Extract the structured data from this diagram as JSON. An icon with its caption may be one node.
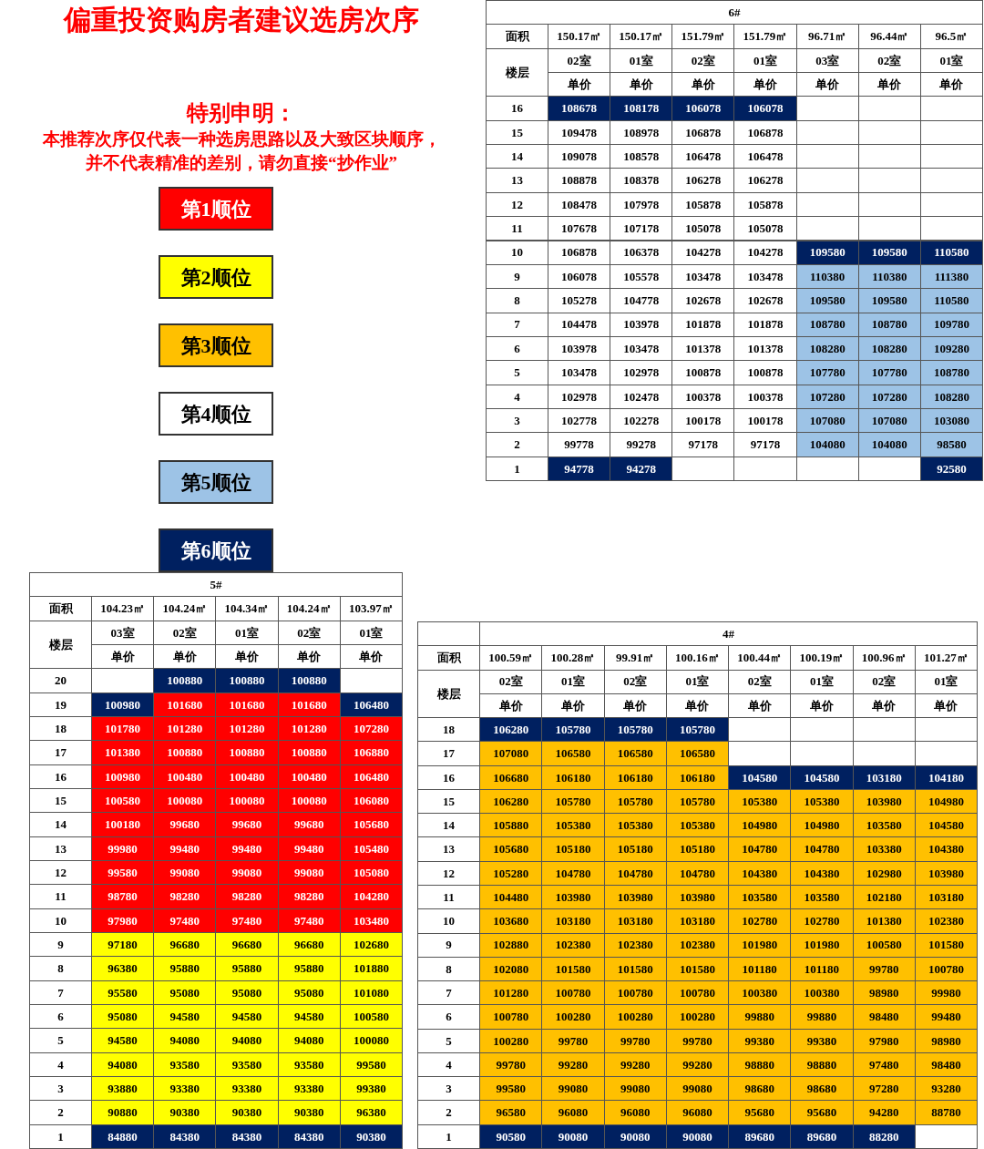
{
  "diagram": {
    "title": "偏重投资购房者建议选房次序",
    "labels": [
      "特别申明：",
      "本推荐次序仅代表一种选房思路以及大致区块顺序，并不代表精准的差别，请勿直接“抄作业”",
      "6#",
      "面积",
      "150.17㎡",
      "150.17㎡",
      "151.79㎡",
      "151.79㎡",
      "96.71㎡",
      "96.44㎡",
      "96.5㎡",
      "楼层",
      "02室",
      "01室",
      "02室",
      "01室",
      "03室",
      "02室",
      "01室",
      "单价",
      "单价",
      "单价",
      "单价",
      "单价",
      "单价",
      "单价",
      "16",
      "108678",
      "108178",
      "106078",
      "106078",
      "15",
      "109478",
      "108978",
      "106878",
      "106878",
      "14",
      "109078",
      "108578",
      "106478",
      "106478",
      "13",
      "108878",
      "108378",
      "106278",
      "106278",
      "12",
      "108478",
      "107978",
      "105878",
      "105878",
      "11",
      "107678",
      "107178",
      "105078",
      "105078",
      "10",
      "106878",
      "106378",
      "104278",
      "104278",
      "109580",
      "109580",
      "110580",
      "9",
      "106078",
      "105578",
      "103478",
      "103478",
      "110380",
      "110380",
      "111380",
      "8",
      "105278",
      "104778",
      "102678",
      "102678",
      "109580",
      "109580",
      "110580",
      "7",
      "104478",
      "103978",
      "101878",
      "101878",
      "108780",
      "108780",
      "109780",
      "6",
      "103978",
      "103478",
      "101378",
      "101378",
      "108280",
      "108280",
      "109280",
      "5",
      "103478",
      "102978",
      "100878",
      "100878",
      "107780",
      "107780",
      "108780",
      "4",
      "102978",
      "102478",
      "100378",
      "100378",
      "107280",
      "107280",
      "108280",
      "3",
      "102778",
      "102278",
      "100178",
      "100178",
      "107080",
      "107080",
      "103080",
      "2",
      "99778",
      "99278",
      "97178",
      "97178",
      "104080",
      "104080",
      "98580",
      "1",
      "94778",
      "94278",
      "92580",
      "5#",
      "面积",
      "104.23㎡",
      "104.24㎡",
      "104.34㎡",
      "104.24㎡",
      "103.97㎡",
      "楼层",
      "03室",
      "02室",
      "01室",
      "02室",
      "01室",
      "单价",
      "单价",
      "单价",
      "单价",
      "单价",
      "20",
      "100880",
      "100880",
      "100880",
      "19",
      "100980",
      "101680",
      "101680",
      "101680",
      "106480",
      "18",
      "101780",
      "101280",
      "101280",
      "101280",
      "107280",
      "17",
      "101380",
      "100880",
      "100880",
      "100880",
      "106880",
      "16",
      "100980",
      "100480",
      "100480",
      "100480",
      "106480",
      "15",
      "100580",
      "100080",
      "100080",
      "100080",
      "106080",
      "14",
      "100180",
      "99680",
      "99680",
      "99680",
      "105680",
      "13",
      "99980",
      "99480",
      "99480",
      "99480",
      "105480",
      "12",
      "99580",
      "99080",
      "99080",
      "99080",
      "105080",
      "11",
      "98780",
      "98280",
      "98280",
      "98280",
      "104280",
      "10",
      "97980",
      "97480",
      "97480",
      "97480",
      "103480",
      "9",
      "97180",
      "96680",
      "96680",
      "96680",
      "102680",
      "8",
      "96380",
      "95880",
      "95880",
      "95880",
      "101880",
      "7",
      "95580",
      "95080",
      "95080",
      "95080",
      "101080",
      "6",
      "95080",
      "94580",
      "94580",
      "94580",
      "100580",
      "5",
      "94580",
      "94080",
      "94080",
      "94080",
      "100080",
      "4",
      "94080",
      "93580",
      "93580",
      "93580",
      "99580",
      "3",
      "93880",
      "93380",
      "93380",
      "93380",
      "99380",
      "2",
      "90880",
      "90380",
      "90380",
      "90380",
      "96380",
      "1",
      "84880",
      "84380",
      "84380",
      "84380",
      "90380",
      "4#",
      "面积",
      "100.59㎡",
      "100.28㎡",
      "99.91㎡",
      "100.16㎡",
      "100.44㎡",
      "100.19㎡",
      "100.96㎡",
      "101.27㎡",
      "楼层",
      "02室",
      "01室",
      "02室",
      "01室",
      "02室",
      "01室",
      "02室",
      "01室",
      "单价",
      "单价",
      "单价",
      "单价",
      "单价",
      "单价",
      "单价",
      "单价",
      "18",
      "106280",
      "105780",
      "105780",
      "105780",
      "17",
      "107080",
      "106580",
      "106580",
      "106580",
      "16",
      "106680",
      "106180",
      "106180",
      "106180",
      "104580",
      "104580",
      "103180",
      "104180",
      "15",
      "106280",
      "105780",
      "105780",
      "105780",
      "105380",
      "105380",
      "103980",
      "104980",
      "14",
      "105880",
      "105380",
      "105380",
      "105380",
      "104980",
      "104980",
      "103580",
      "104580",
      "13",
      "105680",
      "105180",
      "105180",
      "105180",
      "104780",
      "104780",
      "103380",
      "104380",
      "12",
      "105280",
      "104780",
      "104780",
      "104780",
      "104380",
      "104380",
      "102980",
      "103980",
      "11",
      "104480",
      "103980",
      "103980",
      "103980",
      "103580",
      "103580",
      "102180",
      "103180",
      "10",
      "103680",
      "103180",
      "103180",
      "103180",
      "102780",
      "102780",
      "101380",
      "102380",
      "9",
      "102880",
      "102380",
      "102380",
      "102380",
      "101980",
      "101980",
      "100580",
      "101580",
      "8",
      "102080",
      "101580",
      "101580",
      "101580",
      "101180",
      "101180",
      "99780",
      "100780",
      "7",
      "101280",
      "100780",
      "100780",
      "100780",
      "100380",
      "100380",
      "98980",
      "99980",
      "6",
      "100780",
      "100280",
      "100280",
      "100280",
      "99880",
      "99880",
      "98480",
      "99480",
      "5",
      "100280",
      "99780",
      "99780",
      "99780",
      "99380",
      "99380",
      "97980",
      "98980",
      "4",
      "99780",
      "99280",
      "99280",
      "99280",
      "98880",
      "98880",
      "97480",
      "98480",
      "3",
      "99580",
      "99080",
      "99080",
      "99080",
      "98680",
      "98680",
      "97280",
      "93280",
      "2",
      "96580",
      "96080",
      "96080",
      "96080",
      "95680",
      "95680",
      "94280",
      "88780",
      "1",
      "90580",
      "90080",
      "90080",
      "90080",
      "89680",
      "89680",
      "88280"
    ],
    "legend": [
      {
        "text": "第1顺位",
        "color": "#ff0000"
      },
      {
        "text": "第2顺位",
        "color": "#ffff00"
      },
      {
        "text": "第3顺位",
        "color": "#ffc000"
      },
      {
        "text": "第4顺位",
        "color": "#ffffff"
      },
      {
        "text": "第5顺位",
        "color": "#9dc3e6"
      },
      {
        "text": "第6顺位",
        "color": "#002060"
      }
    ]
  }
}
